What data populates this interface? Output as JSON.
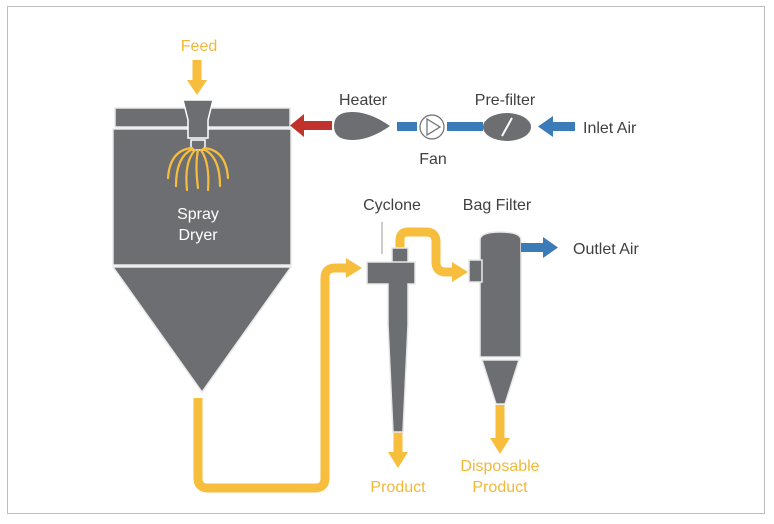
{
  "labels": {
    "feed": "Feed",
    "heater": "Heater",
    "pre_filter": "Pre-filter",
    "inlet_air": "Inlet Air",
    "fan": "Fan",
    "spray_dryer_line1": "Spray",
    "spray_dryer_line2": "Dryer",
    "cyclone": "Cyclone",
    "bag_filter": "Bag Filter",
    "outlet_air": "Outlet Air",
    "product": "Product",
    "disposable_line1": "Disposable",
    "disposable_line2": "Product"
  },
  "colors": {
    "equipment": "#6d6e71",
    "product_flow": "#f6be3c",
    "air_flow": "#3a7bb8",
    "hot_air": "#c0332c",
    "text_dark": "#404040",
    "text_gold": "#f0b83a"
  }
}
